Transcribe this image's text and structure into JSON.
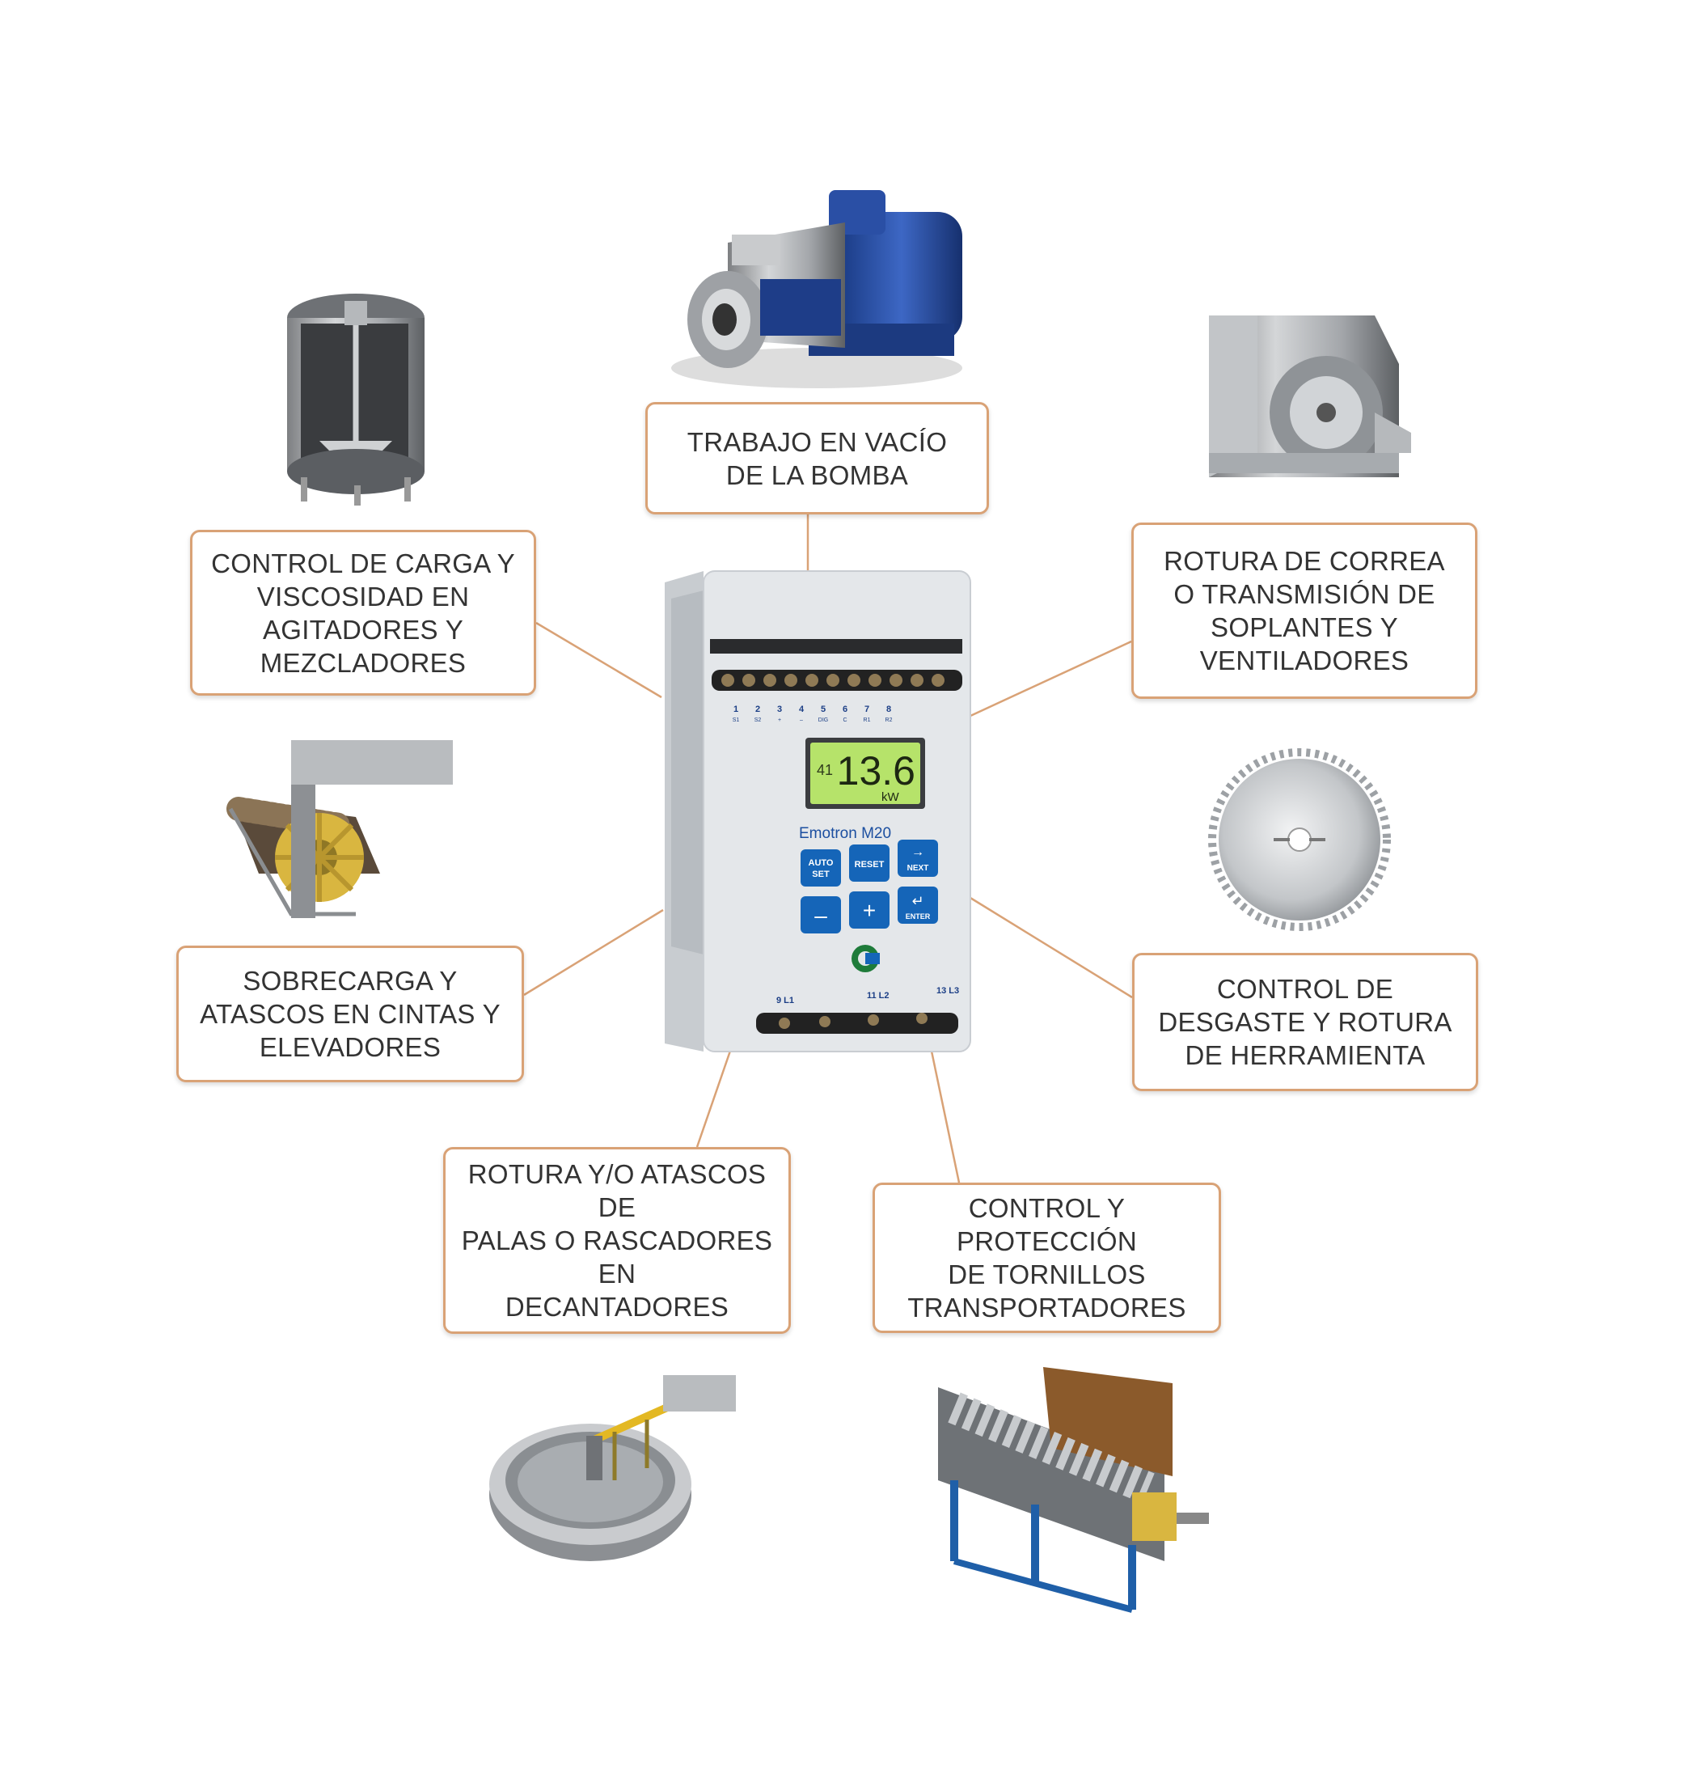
{
  "device": {
    "brand_label": "Emotron M20",
    "display_value": "13.6",
    "display_prefix": "41",
    "display_unit": "kW",
    "terminals_top": [
      "1",
      "2",
      "3",
      "4",
      "5",
      "6",
      "7",
      "8"
    ],
    "terminals_top_sub": [
      "S1",
      "S2",
      "+",
      "–",
      "DIG",
      "C",
      "R1",
      "R2"
    ],
    "terminals_bottom": [
      "9 L1",
      "11 L2",
      "13 L3"
    ],
    "buttons": {
      "auto_set": "AUTO\nSET",
      "reset": "RESET",
      "next": "NEXT",
      "minus": "–",
      "plus": "+",
      "enter": "ENTER"
    },
    "colors": {
      "button": "#1565b8",
      "lcd": "#b6e36a",
      "housing": "#e4e7ea"
    }
  },
  "applications": [
    {
      "id": "pump",
      "text": "TRABAJO EN VACÍO\nDE LA BOMBA",
      "icon": "pump-icon"
    },
    {
      "id": "agitator",
      "text": "CONTROL DE CARGA Y\nVISCOSIDAD EN\nAGITADORES Y\nMEZCLADORES",
      "icon": "agitator-tank-icon"
    },
    {
      "id": "blower",
      "text": "ROTURA DE CORREA\nO TRANSMISIÓN DE\nSOPLANTES Y\nVENTILADORES",
      "icon": "blower-fan-icon"
    },
    {
      "id": "conveyor",
      "text": "SOBRECARGA Y\nATASCOS EN CINTAS Y\nELEVADORES",
      "icon": "bucket-elevator-icon"
    },
    {
      "id": "saw",
      "text": "CONTROL DE\nDESGASTE Y ROTURA\nDE HERRAMIENTA",
      "icon": "saw-blade-icon"
    },
    {
      "id": "decanter",
      "text": "ROTURA Y/O ATASCOS DE\nPALAS O  RASCADORES EN\nDECANTADORES",
      "icon": "clarifier-tank-icon"
    },
    {
      "id": "screw",
      "text": "CONTROL Y PROTECCIÓN\nDE TORNILLOS\nTRANSPORTADORES",
      "icon": "screw-conveyor-icon"
    }
  ],
  "colors": {
    "connector": "#d9a276",
    "text": "#333333"
  }
}
